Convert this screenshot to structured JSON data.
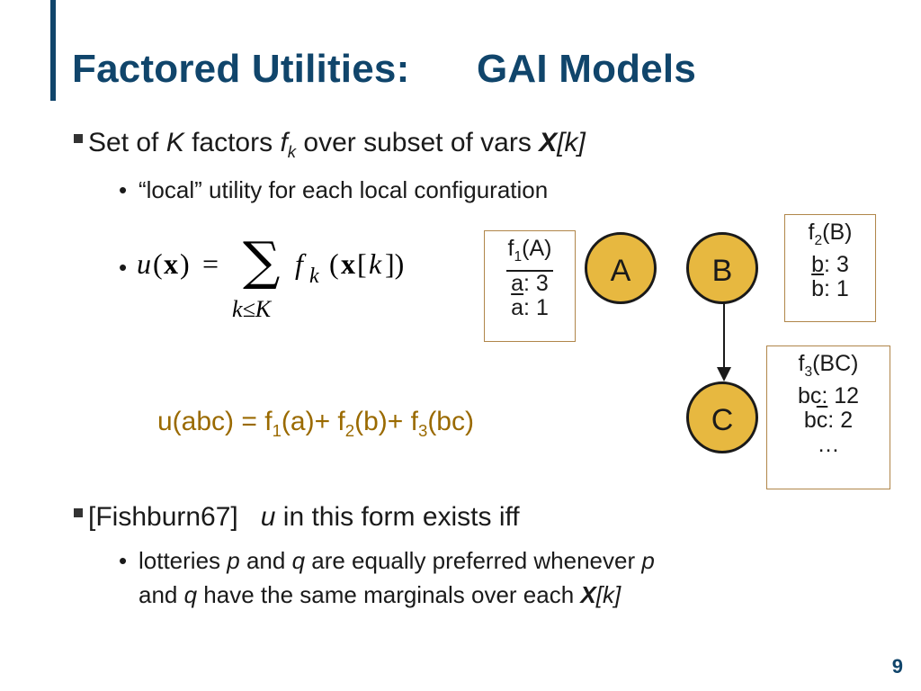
{
  "title": {
    "left": "Factored Utilities:",
    "right": "GAI Models"
  },
  "bullet1": {
    "t1": "Set of ",
    "t2": "K",
    "t3": " factors ",
    "t4": "f",
    "t5": "k",
    "t6": " over subset of vars ",
    "t7": "X",
    "t8": "[k]",
    "sub": "“local” utility for each local configuration"
  },
  "formula": {
    "lhs": "u",
    "x": "x",
    "eq": "=",
    "sum": "∑",
    "f": "f",
    "k": "k",
    "lim": "k≤K"
  },
  "eq_line": {
    "a": "u(abc) = f",
    "s1": "1",
    "b": "(a)+ f",
    "s2": "2",
    "c": "(b)+ f",
    "s3": "3",
    "d": "(bc)"
  },
  "boxes": {
    "f1": {
      "head": "f",
      "sub": "1",
      "tail": "(A)",
      "r1": "a: 3",
      "r2a": "a",
      "r2b": ": 1"
    },
    "f2": {
      "head": "f",
      "sub": "2",
      "tail": "(B)",
      "r1a": "b",
      "r1b": ": 3",
      "r2": "b: 1"
    },
    "f3": {
      "head": "f",
      "sub": "3",
      "tail": "(BC)",
      "r1": "bc: 12",
      "r2a": "b",
      "r2b": "c",
      "r2c": ":  2",
      "r3": "…"
    }
  },
  "nodes": {
    "a": "A",
    "b": "B",
    "c": "C"
  },
  "bullet2": {
    "t1": "[Fishburn67]   ",
    "t2": "u",
    "t3": " in this form exists iff",
    "s1": "lotteries ",
    "s2": "p",
    "s3": " and ",
    "s4": "q",
    "s5": " are equally preferred whenever ",
    "s6": "p",
    "l2a": "and ",
    "l2b": "q",
    "l2c": " have the same marginals over each ",
    "l2d": "X",
    "l2e": "[k]"
  },
  "page_number": "9"
}
